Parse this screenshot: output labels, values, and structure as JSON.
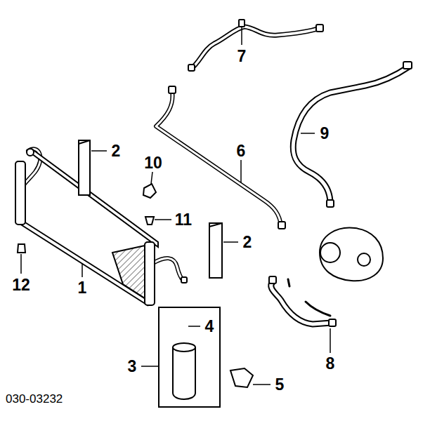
{
  "diagram": {
    "labels": [
      "7",
      "9",
      "2",
      "10",
      "6",
      "11",
      "2",
      "12",
      "1",
      "3",
      "4",
      "5",
      "8",
      "030-03232"
    ]
  }
}
